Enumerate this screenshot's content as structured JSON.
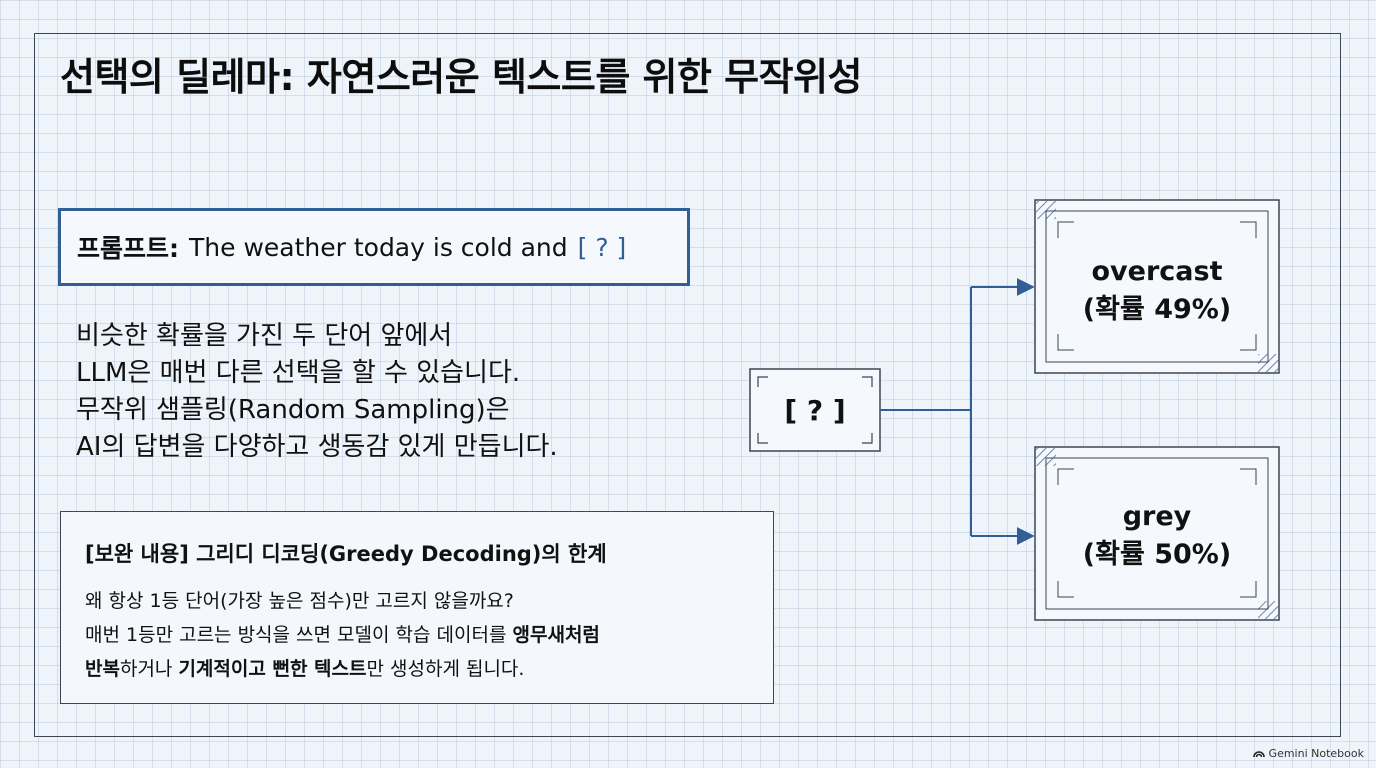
{
  "title": "선택의 딜레마: 자연스러운 텍스트를 위한 무작위성",
  "prompt": {
    "label": "프롬프트:",
    "text": "The weather today is cold and",
    "blank": "[ ? ]"
  },
  "body_lines": [
    "비슷한 확률을 가진 두 단어 앞에서",
    "LLM은 매번 다른 선택을 할 수 있습니다.",
    "무작위 샘플링(Random Sampling)은",
    "AI의 답변을 다양하고 생동감 있게 만듭니다."
  ],
  "note": {
    "title": "[보완 내용] 그리디 디코딩(Greedy Decoding)의 한계",
    "line1": "왜 항상 1등 단어(가장 높은 점수)만 고르지 않을까요?",
    "line2_a": "매번 1등만 고르는 방식을 쓰면 모델이 학습 데이터를 ",
    "line2_b": "앵무새처럼",
    "line3_a": "반복",
    "line3_b": "하거나 ",
    "line3_c": "기계적이고 뻔한 텍스트",
    "line3_d": "만 생성하게 됩니다."
  },
  "diagram": {
    "source": "[ ? ]",
    "options": [
      {
        "word": "overcast",
        "prob": "(확률 49%)"
      },
      {
        "word": "grey",
        "prob": "(확률 50%)"
      }
    ]
  },
  "footer": {
    "brand": "Gemini Notebook"
  },
  "colors": {
    "accent": "#2f5f95",
    "line": "#3c4654",
    "background": "#eef4fa"
  }
}
